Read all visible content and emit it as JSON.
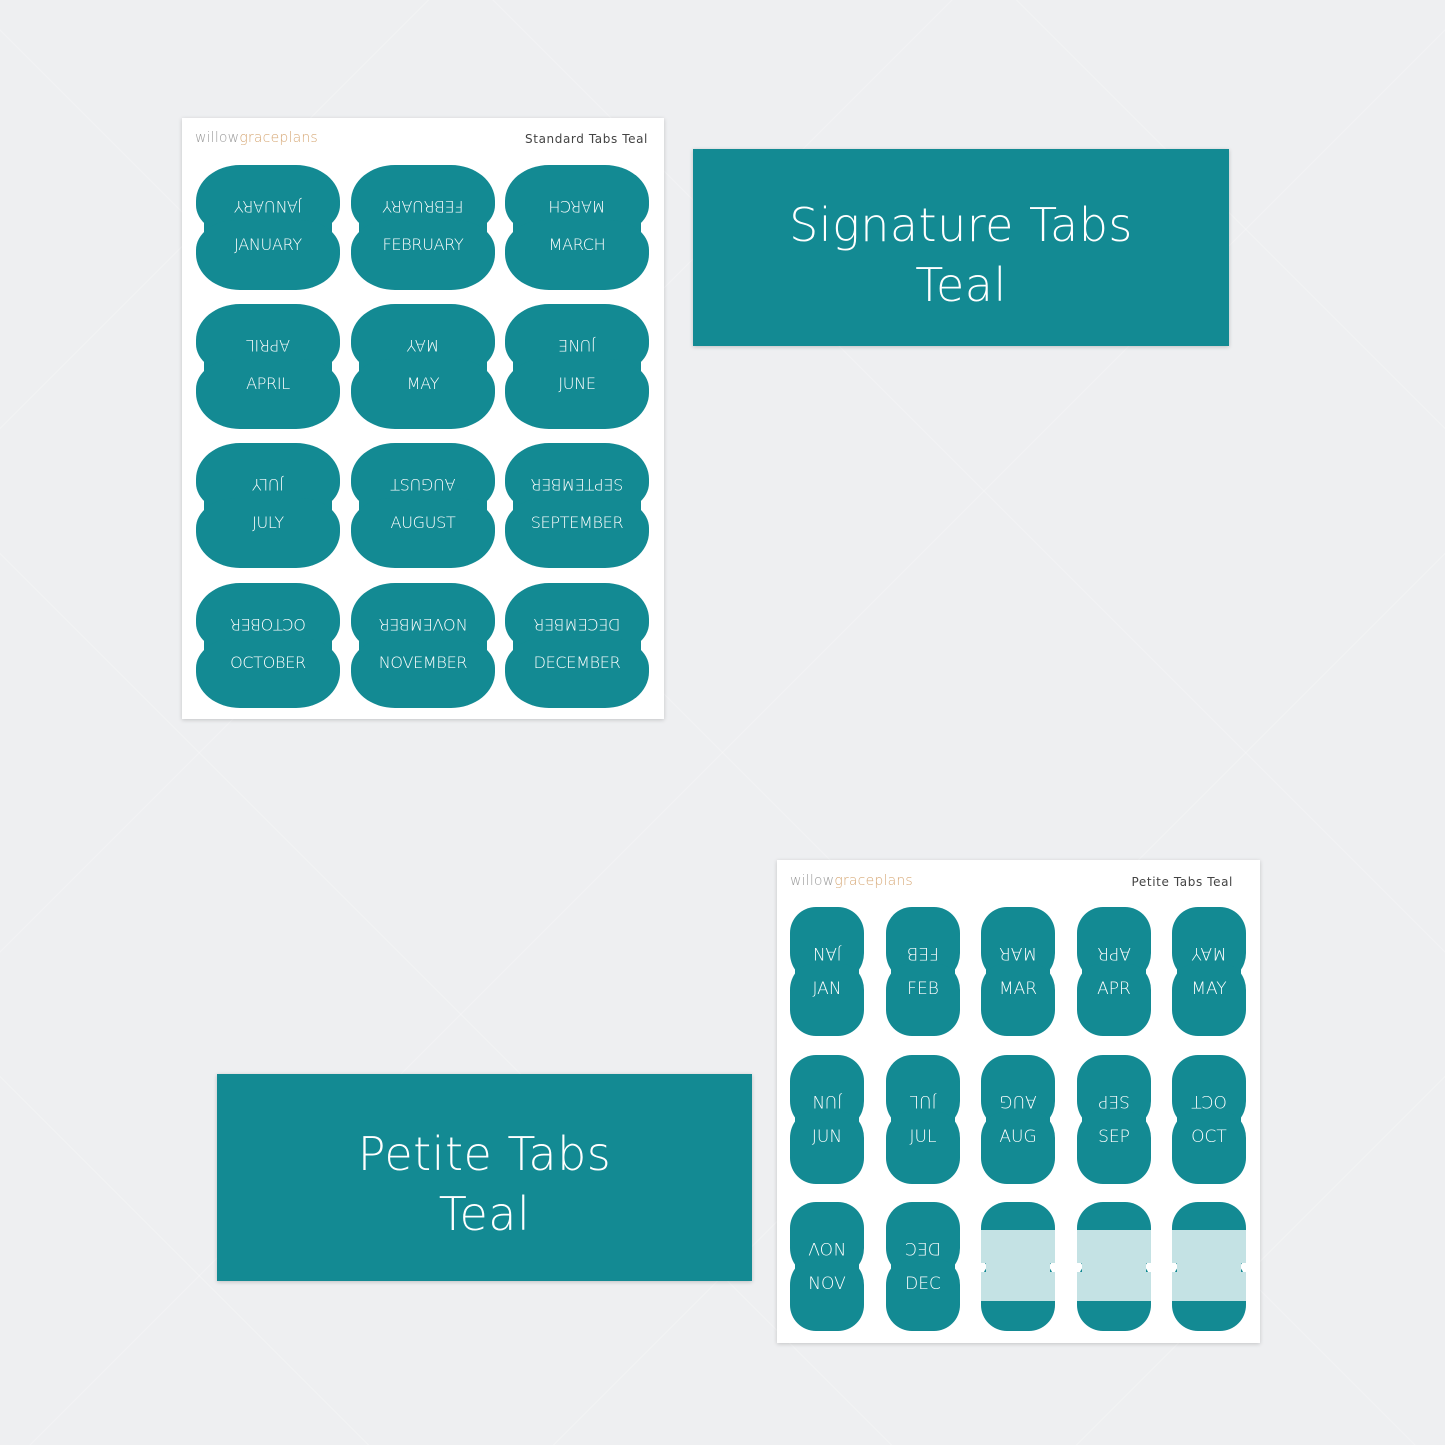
{
  "colors": {
    "background": "#eeeff1",
    "teal": "#138a93",
    "teal_light": "#c4e2e4",
    "brand_gray": "#9a9a9a",
    "brand_gold": "#d7a977"
  },
  "standard_sheet": {
    "brand_part1": "willow",
    "brand_part2": "graceplans",
    "title": "Standard Tabs Teal",
    "tabs": [
      {
        "label": "JANUARY"
      },
      {
        "label": "FEBRUARY"
      },
      {
        "label": "MARCH"
      },
      {
        "label": "APRIL"
      },
      {
        "label": "MAY"
      },
      {
        "label": "JUNE"
      },
      {
        "label": "JULY"
      },
      {
        "label": "AUGUST"
      },
      {
        "label": "SEPTEMBER"
      },
      {
        "label": "OCTOBER"
      },
      {
        "label": "NOVEMBER"
      },
      {
        "label": "DECEMBER"
      }
    ]
  },
  "signature_banner": {
    "line1": "Signature Tabs",
    "line2": "Teal"
  },
  "petite_banner": {
    "line1": "Petite Tabs",
    "line2": "Teal"
  },
  "petite_sheet": {
    "brand_part1": "willow",
    "brand_part2": "graceplans",
    "title": "Petite Tabs Teal",
    "tabs": [
      {
        "label": "JAN"
      },
      {
        "label": "FEB"
      },
      {
        "label": "MAR"
      },
      {
        "label": "APR"
      },
      {
        "label": "MAY"
      },
      {
        "label": "JUN"
      },
      {
        "label": "JUL"
      },
      {
        "label": "AUG"
      },
      {
        "label": "SEP"
      },
      {
        "label": "OCT"
      },
      {
        "label": "NOV"
      },
      {
        "label": "DEC"
      }
    ],
    "blank_tabs": 3
  }
}
